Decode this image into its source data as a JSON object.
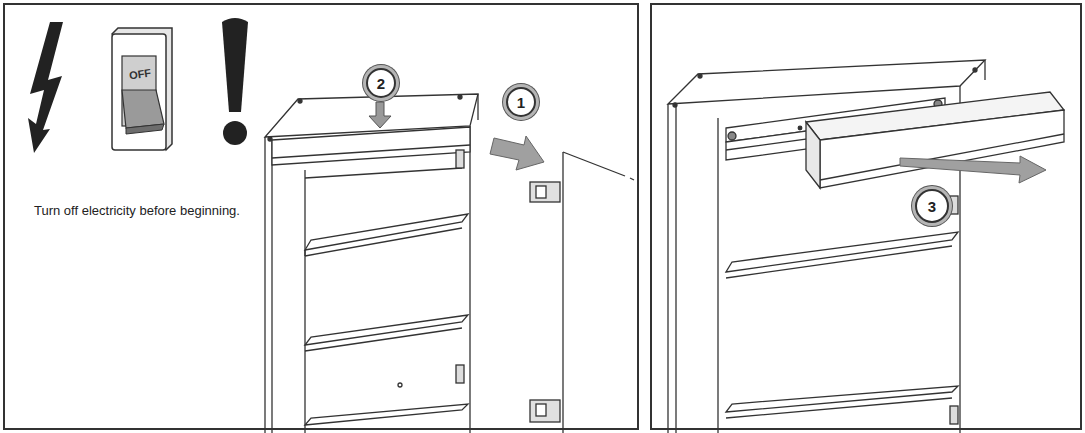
{
  "diagram": {
    "nodes": [
      {
        "text": [
          "1"
        ]
      },
      {
        "text": [
          "2"
        ]
      },
      {
        "text": [
          "3"
        ]
      }
    ],
    "labels": [
      "Turn off electricity before beginning.",
      "OFF"
    ]
  }
}
